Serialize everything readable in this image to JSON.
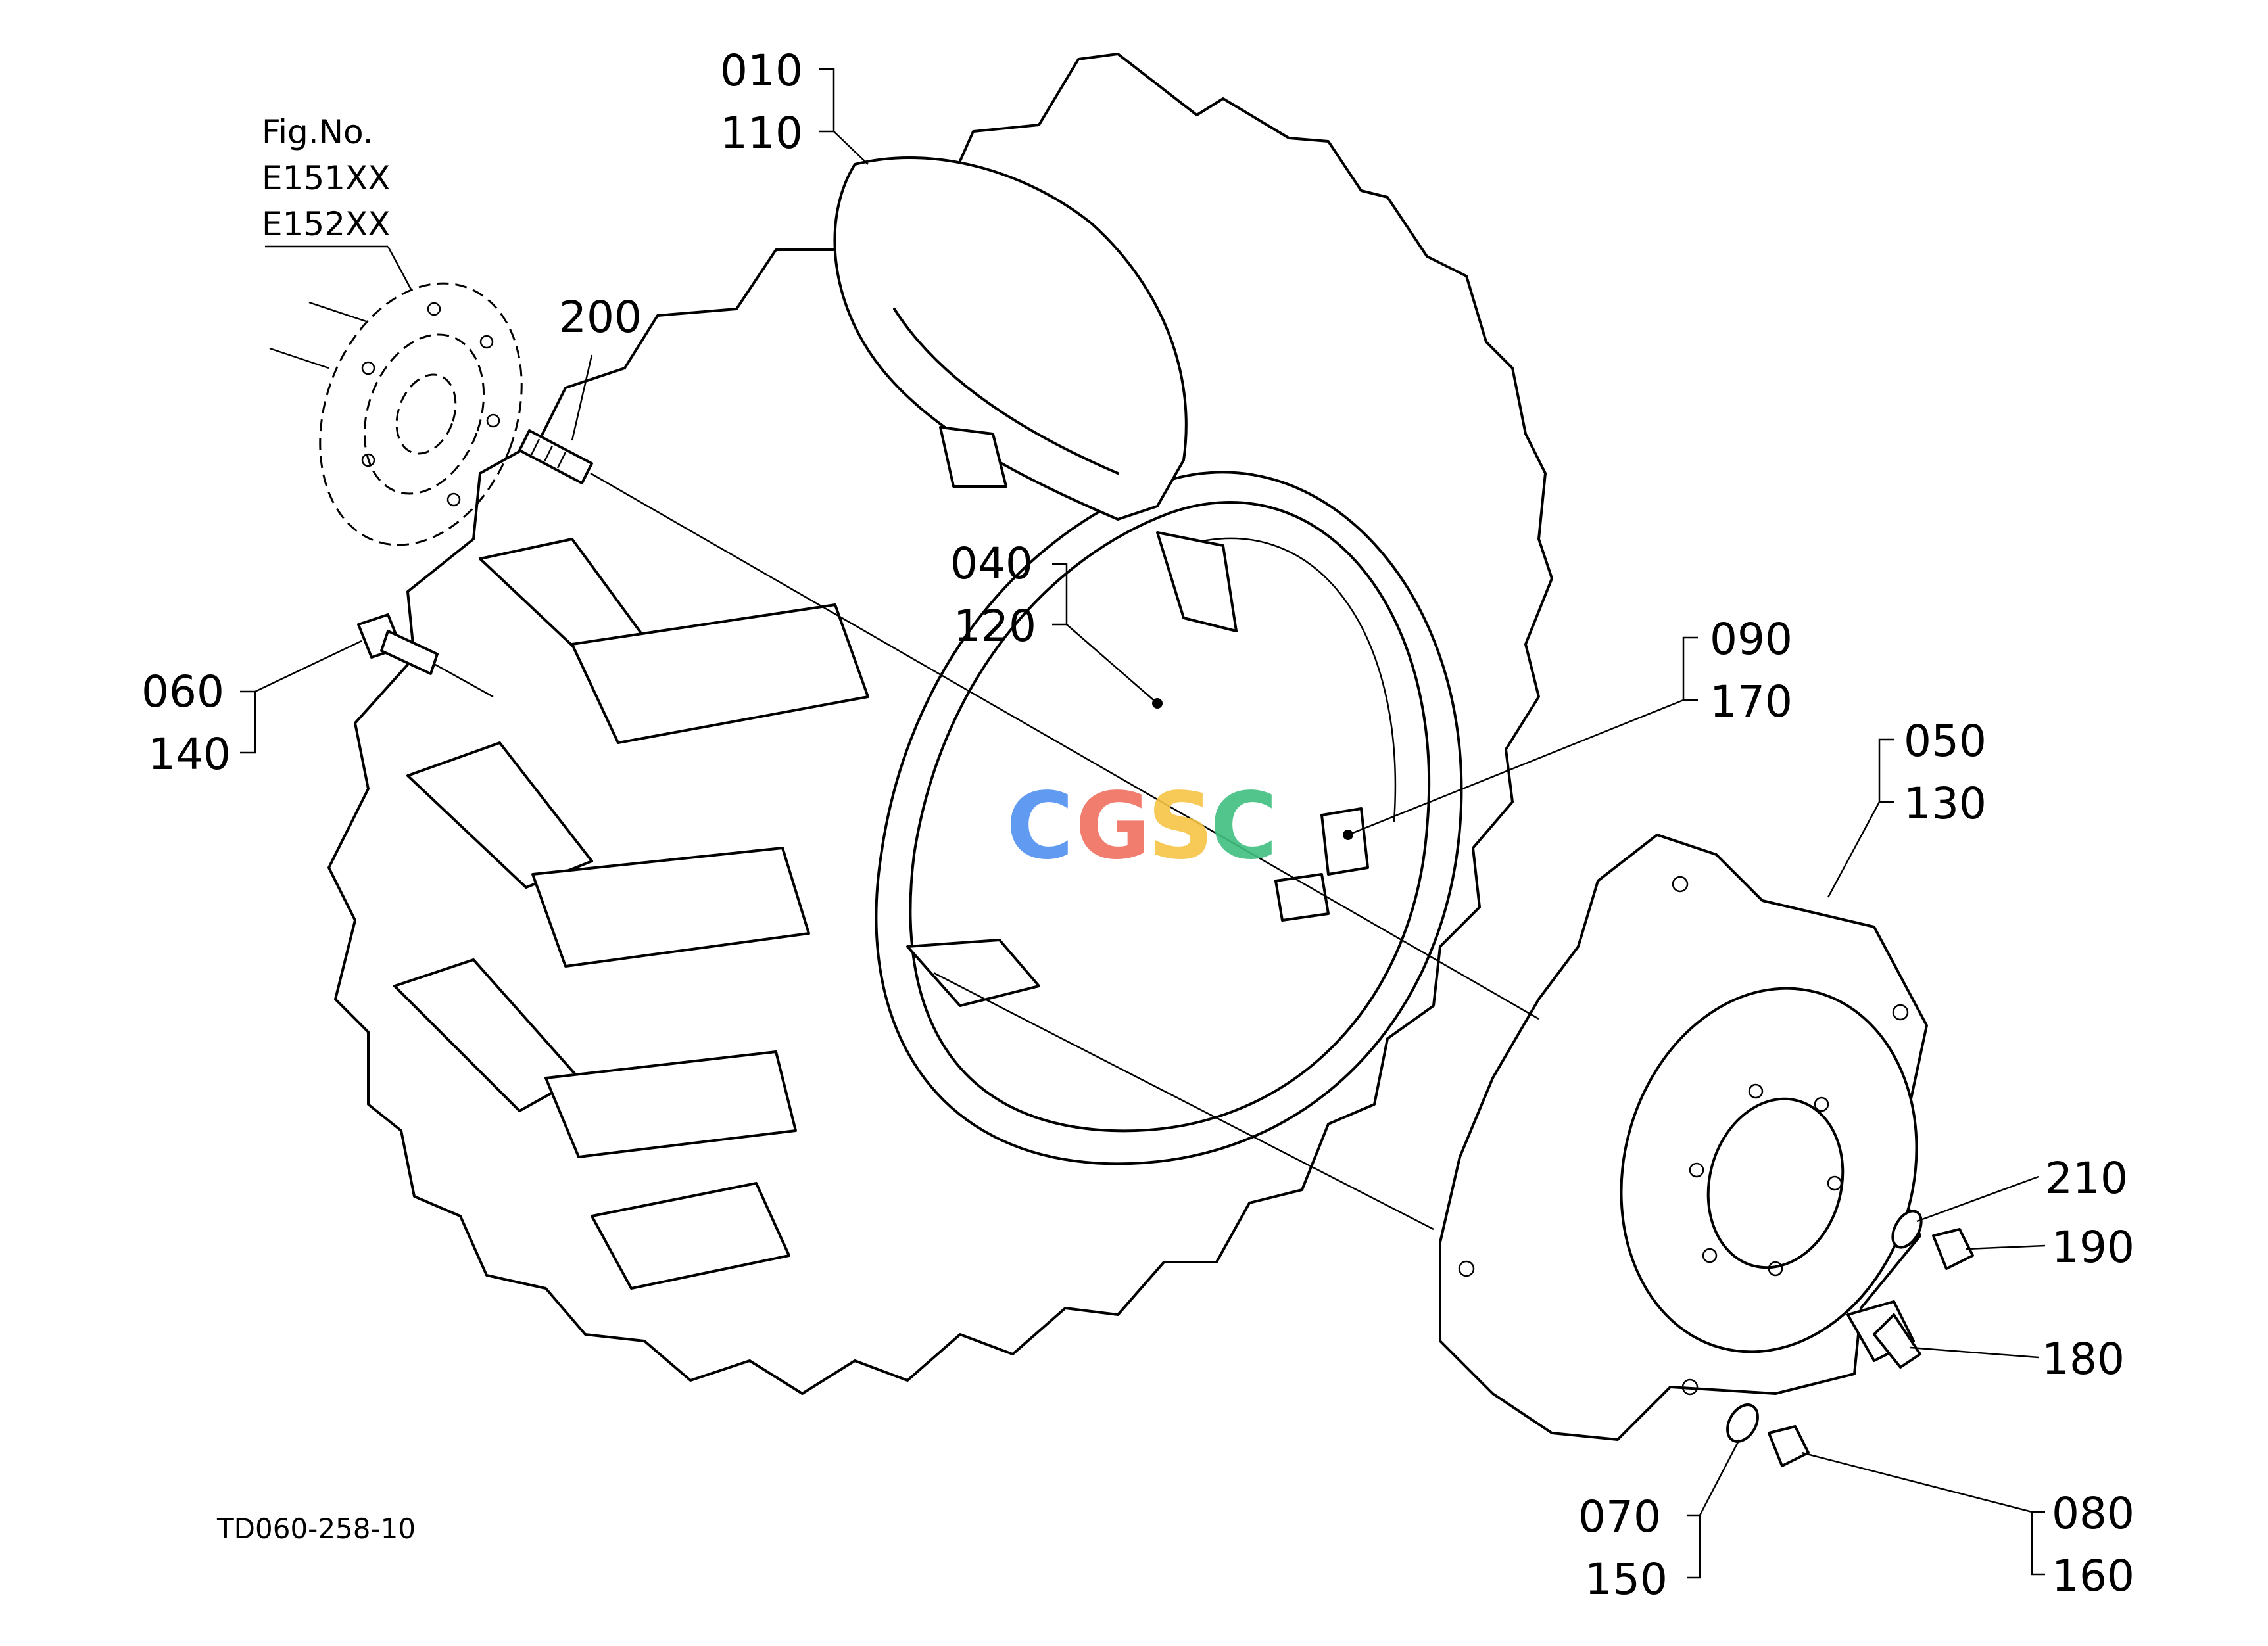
{
  "figure": {
    "header": "Fig.No.",
    "refs": [
      "E151XX",
      "E152XX"
    ],
    "code": "TD060-258-10"
  },
  "watermark": {
    "letters": [
      "C",
      "G",
      "S",
      "C"
    ],
    "colors": [
      "#4f8ff0",
      "#ef6f5f",
      "#f6c445",
      "#3fbf7f"
    ]
  },
  "callouts": {
    "c1": [
      "010",
      "110"
    ],
    "c2": [
      "200"
    ],
    "c3": [
      "040",
      "120"
    ],
    "c4": [
      "090",
      "170"
    ],
    "c5": [
      "060",
      "140"
    ],
    "c6": [
      "050",
      "130"
    ],
    "c7": [
      "210"
    ],
    "c8": [
      "190"
    ],
    "c9": [
      "180"
    ],
    "c10": [
      "070",
      "150"
    ],
    "c11": [
      "080",
      "160"
    ]
  }
}
